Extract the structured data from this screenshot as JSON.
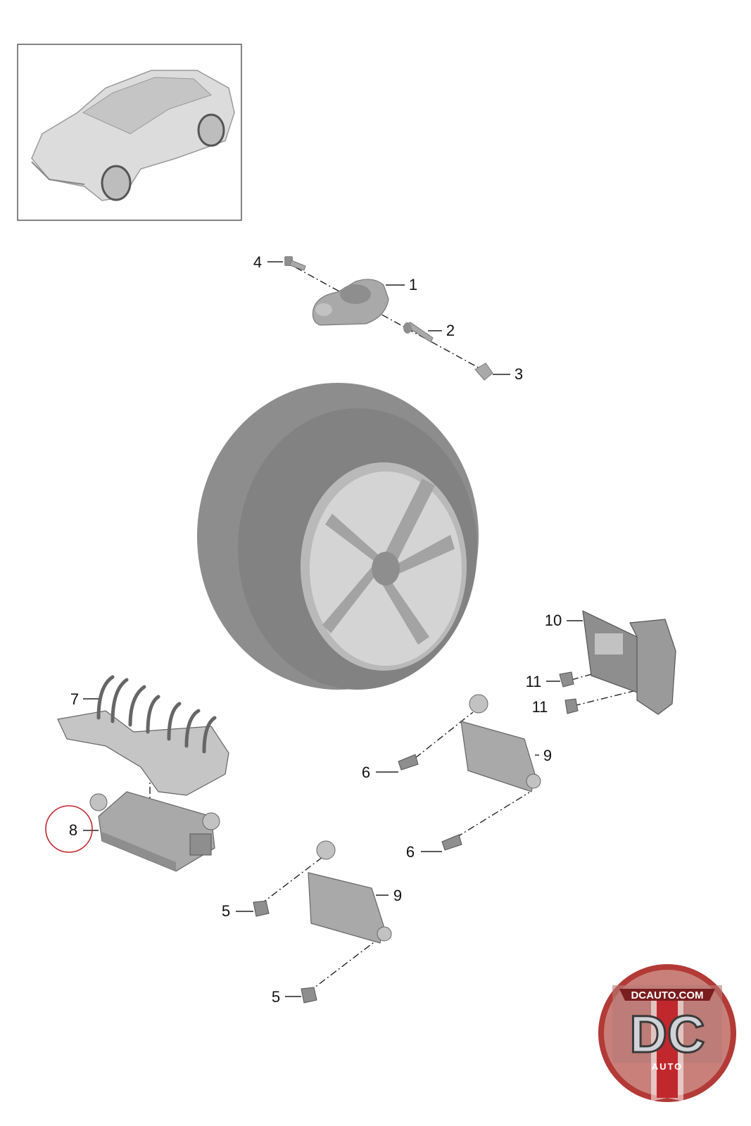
{
  "callouts": [
    {
      "id": "c4",
      "text": "4"
    },
    {
      "id": "c1",
      "text": "1"
    },
    {
      "id": "c2",
      "text": "2"
    },
    {
      "id": "c3",
      "text": "3"
    },
    {
      "id": "c10",
      "text": "10"
    },
    {
      "id": "c11a",
      "text": "11"
    },
    {
      "id": "c11b",
      "text": "11"
    },
    {
      "id": "c7",
      "text": "7"
    },
    {
      "id": "c9a",
      "text": "9"
    },
    {
      "id": "c6a",
      "text": "6"
    },
    {
      "id": "c8",
      "text": "8"
    },
    {
      "id": "c6b",
      "text": "6"
    },
    {
      "id": "c5a",
      "text": "5"
    },
    {
      "id": "c9b",
      "text": "9"
    },
    {
      "id": "c5b",
      "text": "5"
    }
  ],
  "highlight": {
    "callout": "8",
    "color": "#c0282d"
  },
  "logo": {
    "top_text": "DCAUTO.COM",
    "main_text": "DC",
    "sub_text": "AUTO",
    "ring_color": "#b33a36",
    "inner_color": "#c9807a"
  },
  "colors": {
    "part_fill": "#a9a9a9",
    "part_dark": "#8e8e8e",
    "tire": "#8d8d8d",
    "rim": "#d4d4d4",
    "leader": "#222222"
  }
}
